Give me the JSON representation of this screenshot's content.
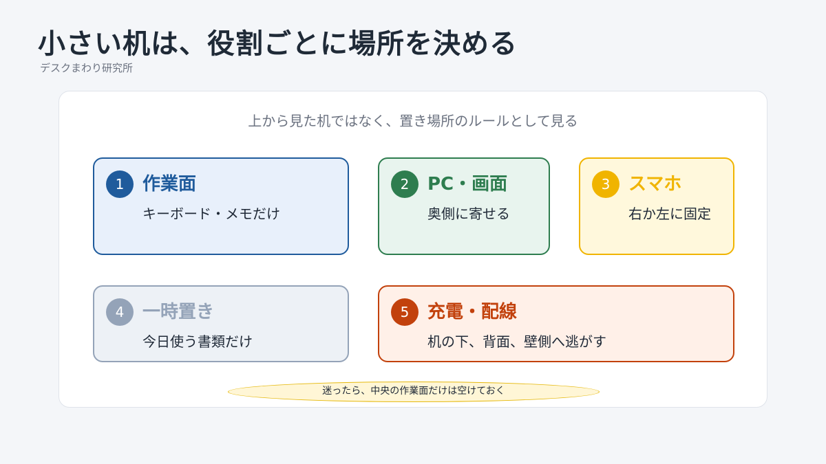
{
  "header": {
    "title": "小さい机は、役割ごとに場所を決める",
    "brand": "デスクまわり研究所"
  },
  "panel": {
    "subtitle": "上から見た机ではなく、置き場所のルールとして見る",
    "zones": [
      {
        "number": "1",
        "title": "作業面",
        "description": "キーボード・メモだけ",
        "color": "#1f5b9c",
        "background": "#e8f0fb"
      },
      {
        "number": "2",
        "title": "PC・画面",
        "description": "奥側に寄せる",
        "color": "#2e7d4f",
        "background": "#e8f4ee"
      },
      {
        "number": "3",
        "title": "スマホ",
        "description": "右か左に固定",
        "color": "#f0b400",
        "background": "#fff8dc"
      },
      {
        "number": "4",
        "title": "一時置き",
        "description": "今日使う書類だけ",
        "color": "#94a3b8",
        "background": "#edf1f6"
      },
      {
        "number": "5",
        "title": "充電・配線",
        "description": "机の下、背面、壁側へ逃がす",
        "color": "#c2410c",
        "background": "#fff0e8"
      }
    ],
    "tip": "迷ったら、中央の作業面だけは空けておく",
    "tip_color": "#e5b80b"
  }
}
